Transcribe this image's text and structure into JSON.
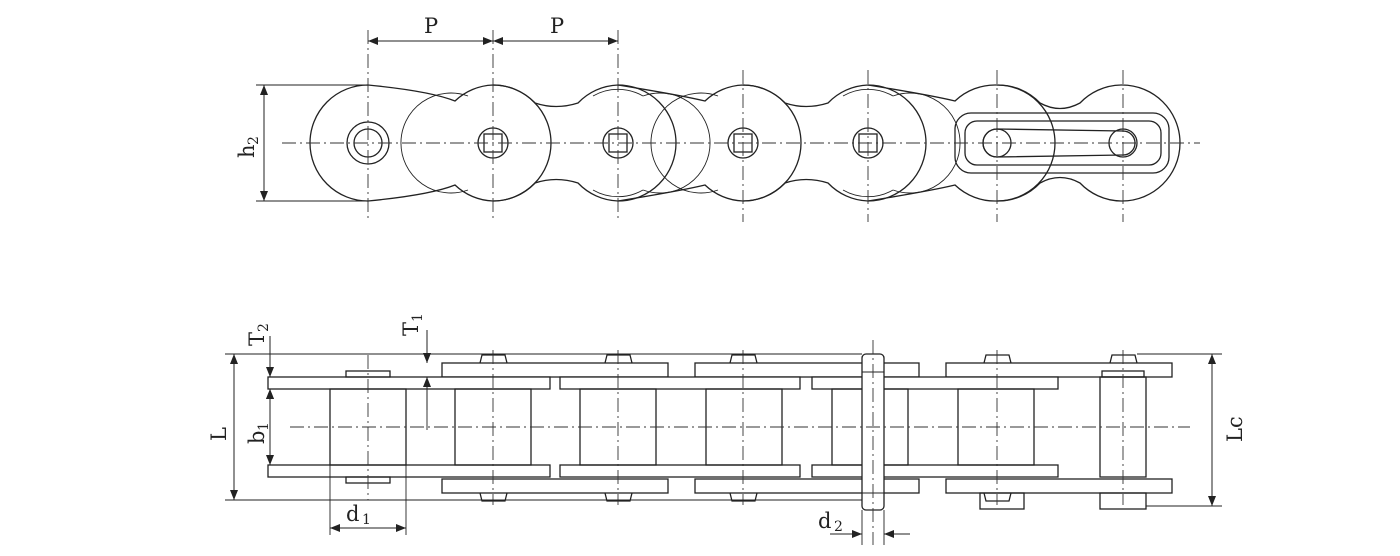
{
  "top_view": {
    "pitch_label_1": "P",
    "pitch_label_2": "P",
    "height_label": {
      "main": "h",
      "sub": "2"
    }
  },
  "side_view": {
    "t2_label": {
      "main": "T",
      "sub": "2"
    },
    "t1_label": {
      "main": "T",
      "sub": "1"
    },
    "l_label": "L",
    "b1_label": {
      "main": "b",
      "sub": "1"
    },
    "lc_label": "Lc",
    "d1_label": {
      "main": "d",
      "sub": "1"
    },
    "d2_label": {
      "main": "d",
      "sub": "2"
    }
  }
}
